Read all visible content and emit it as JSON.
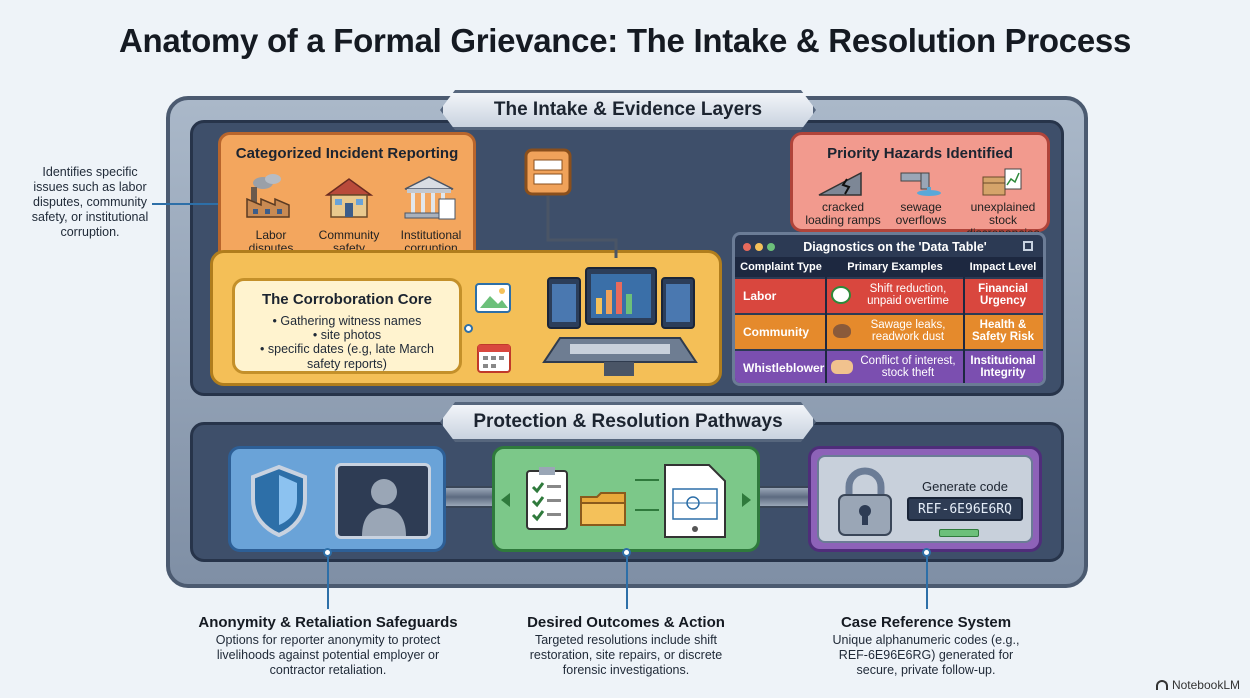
{
  "title": "Anatomy of a Formal Grievance: The Intake & Resolution Process",
  "colors": {
    "orange": "#f0a25a",
    "yellow": "#f4c15a",
    "red": "#e86a5c",
    "blue": "#6aa3d8",
    "green": "#6cc07a",
    "purple": "#8d62b8"
  },
  "top_banner": "The Intake & Evidence Layers",
  "bottom_banner": "Protection & Resolution Pathways",
  "left_note": "Identifies specific issues such as labor disputes, community safety, or institutional corruption.",
  "incident": {
    "title": "Categorized Incident Reporting",
    "items": [
      {
        "icon": "factory-icon",
        "label": "Labor disputes"
      },
      {
        "icon": "house-icon",
        "label": "Community safety"
      },
      {
        "icon": "courthouse-icon",
        "label": "Institutional corruption"
      }
    ]
  },
  "corroboration": {
    "title": "The Corroboration Core",
    "bullets": [
      "• Gathering witness names",
      "• site photos",
      "• specific dates (e.g, late March safety reports)"
    ]
  },
  "hazards": {
    "title": "Priority Hazards Identified",
    "items": [
      {
        "icon": "cracked-ramp-icon",
        "label": "cracked loading ramps"
      },
      {
        "icon": "sewage-pipe-icon",
        "label": "sewage overflows"
      },
      {
        "icon": "stock-box-icon",
        "label": "unexplained stock discrepancies"
      }
    ]
  },
  "table": {
    "title": "Diagnostics on the 'Data Table'",
    "headers": [
      "Complaint Type",
      "Primary Examples",
      "Impact Level"
    ],
    "rows": [
      {
        "type": "Labor",
        "example": "Shift reduction, unpaid overtime",
        "impact": "Financial Urgency",
        "color": "#d9473e"
      },
      {
        "type": "Community",
        "example": "Sawage leaks, readwork dust",
        "impact": "Health & Safety Risk",
        "color": "#e58a2c"
      },
      {
        "type": "Whistleblower",
        "example": "Conflict of interest, stock theft",
        "impact": "Institutional Integrity",
        "color": "#7b4fb0"
      }
    ]
  },
  "code_panel": {
    "label": "Generate code",
    "code": "REF-6E96E6RQ"
  },
  "bottom_notes": [
    {
      "title": "Anonymity & Retaliation Safeguards",
      "text": "Options for reporter anonymity to protect livelihoods against potential employer or contractor retaliation."
    },
    {
      "title": "Desired Outcomes & Action",
      "text": "Targeted resolutions include shift restoration, site repairs, or discrete forensic investigations."
    },
    {
      "title": "Case Reference System",
      "text": "Unique alphanumeric codes (e.g., REF-6E96E6RG) generated for secure, private follow-up."
    }
  ],
  "watermark": "NotebookLM"
}
